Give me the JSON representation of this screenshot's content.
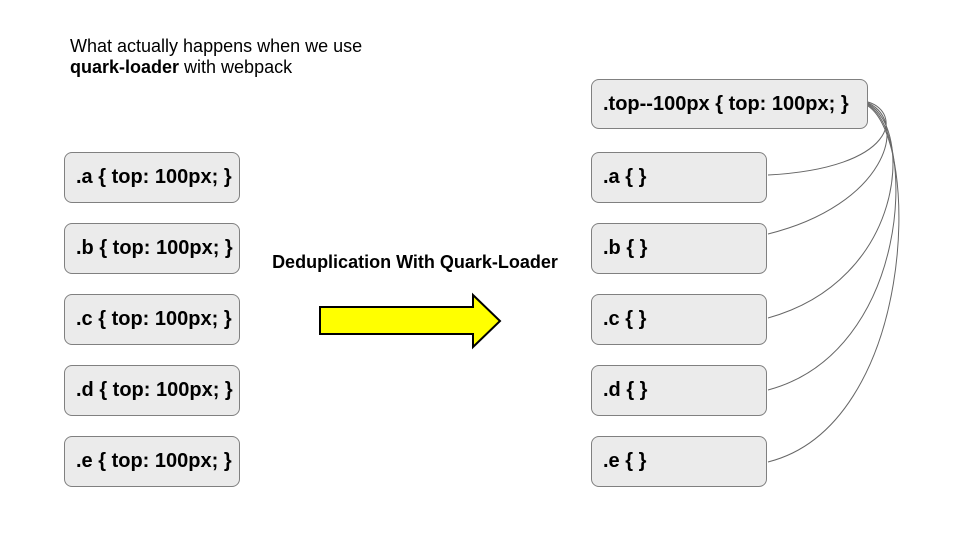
{
  "title": {
    "line1": "What actually happens when we use",
    "line2_bold": "quark-loader",
    "line2_rest": " with webpack"
  },
  "arrow": {
    "label": "Deduplication With Quark-Loader",
    "fill_color": "#ffff00",
    "border_color": "#000000"
  },
  "left_column": {
    "boxes": [
      {
        "label": ".a { top: 100px; }"
      },
      {
        "label": ".b { top: 100px; }"
      },
      {
        "label": ".c { top: 100px; }"
      },
      {
        "label": ".d { top: 100px; }"
      },
      {
        "label": ".e { top: 100px; }"
      }
    ]
  },
  "right_column": {
    "dedup_box": {
      "label": ".top--100px { top: 100px; }"
    },
    "boxes": [
      {
        "label": ".a { }"
      },
      {
        "label": ".b { }"
      },
      {
        "label": ".c { }"
      },
      {
        "label": ".d { }"
      },
      {
        "label": ".e { }"
      }
    ]
  },
  "connections": [
    {
      "from": "top--100px",
      "to": "a"
    },
    {
      "from": "top--100px",
      "to": "b"
    },
    {
      "from": "top--100px",
      "to": "c"
    },
    {
      "from": "top--100px",
      "to": "d"
    },
    {
      "from": "top--100px",
      "to": "e"
    }
  ],
  "colors": {
    "box_fill": "#ebebeb",
    "box_border": "#808080",
    "connector": "#666666",
    "text": "#000000",
    "background": "#ffffff"
  }
}
